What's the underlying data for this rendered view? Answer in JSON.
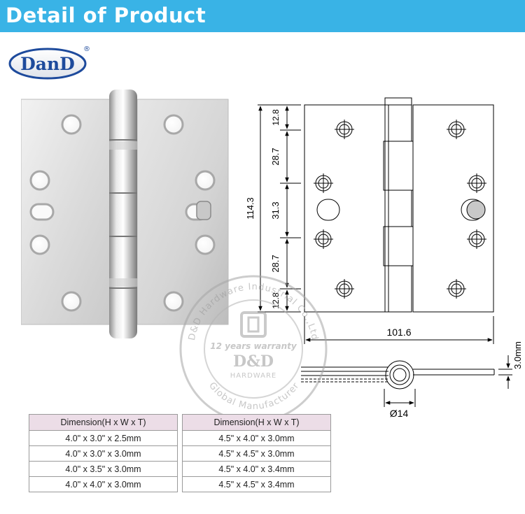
{
  "banner": {
    "title": "Detail of Product"
  },
  "logo": {
    "text": "DanD",
    "mark": "®"
  },
  "drawing": {
    "dims": {
      "d1": "12.8",
      "d2": "28.7",
      "d3": "31.3",
      "d4": "28.7",
      "d5": "12.8",
      "height": "114.3",
      "width": "101.6",
      "thickness": "3.0mm",
      "knuckle": "Ø14"
    }
  },
  "watermark": {
    "ring_top": "D&D Hardware Industrial Co.,Ltd",
    "ring_bottom": "Global Manufacturer",
    "warranty": "12 years warranty",
    "brand": "D&D",
    "sub": "HARDWARE"
  },
  "tables": [
    {
      "header": "Dimension(H x W x T)",
      "rows": [
        "4.0\" x 3.0\" x 2.5mm",
        "4.0\" x 3.0\" x 3.0mm",
        "4.0\" x 3.5\" x 3.0mm",
        "4.0\" x 4.0\" x 3.0mm"
      ]
    },
    {
      "header": "Dimension(H x W x T)",
      "rows": [
        "4.5\" x 4.0\" x 3.0mm",
        "4.5\" x 4.5\" x 3.0mm",
        "4.5\" x 4.0\" x 3.4mm",
        "4.5\" x 4.5\" x 3.4mm"
      ]
    }
  ],
  "colors": {
    "banner": "#39b3e6",
    "logo_blue": "#1d4a9c",
    "table_header": "#ecdde7"
  }
}
